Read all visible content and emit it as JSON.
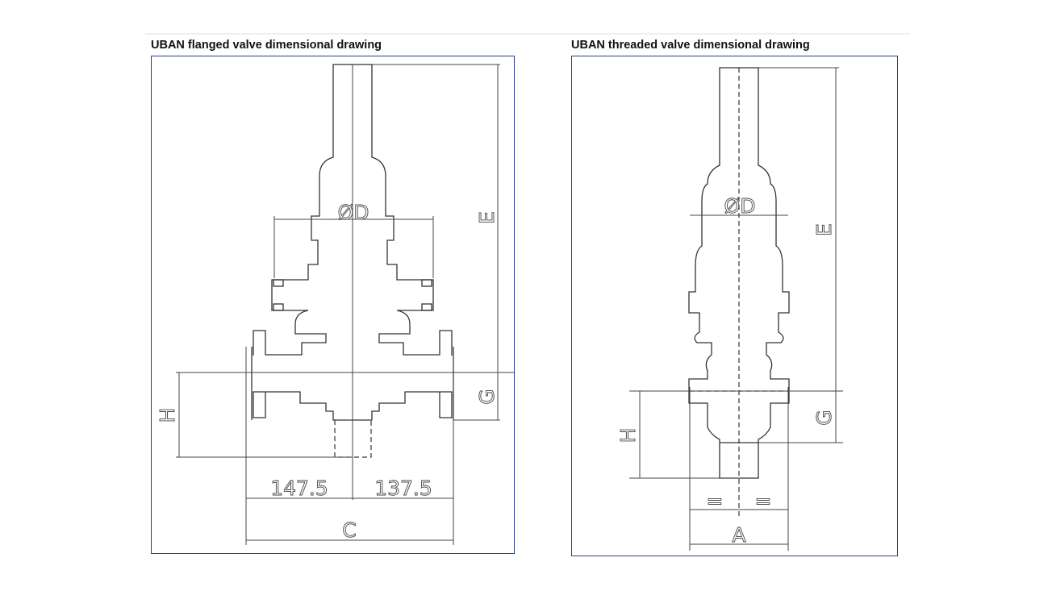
{
  "left": {
    "title": "UBAN flanged valve dimensional drawing",
    "labels": {
      "D": "ØD",
      "E": "E",
      "G": "G",
      "H": "H",
      "C": "C",
      "left_half": "147.5",
      "right_half": "137.5"
    }
  },
  "right": {
    "title": "UBAN threaded valve dimensional drawing",
    "labels": {
      "D": "ØD",
      "E": "E",
      "G": "G",
      "H": "H",
      "A": "A",
      "eq1": "=",
      "eq2": "="
    }
  }
}
